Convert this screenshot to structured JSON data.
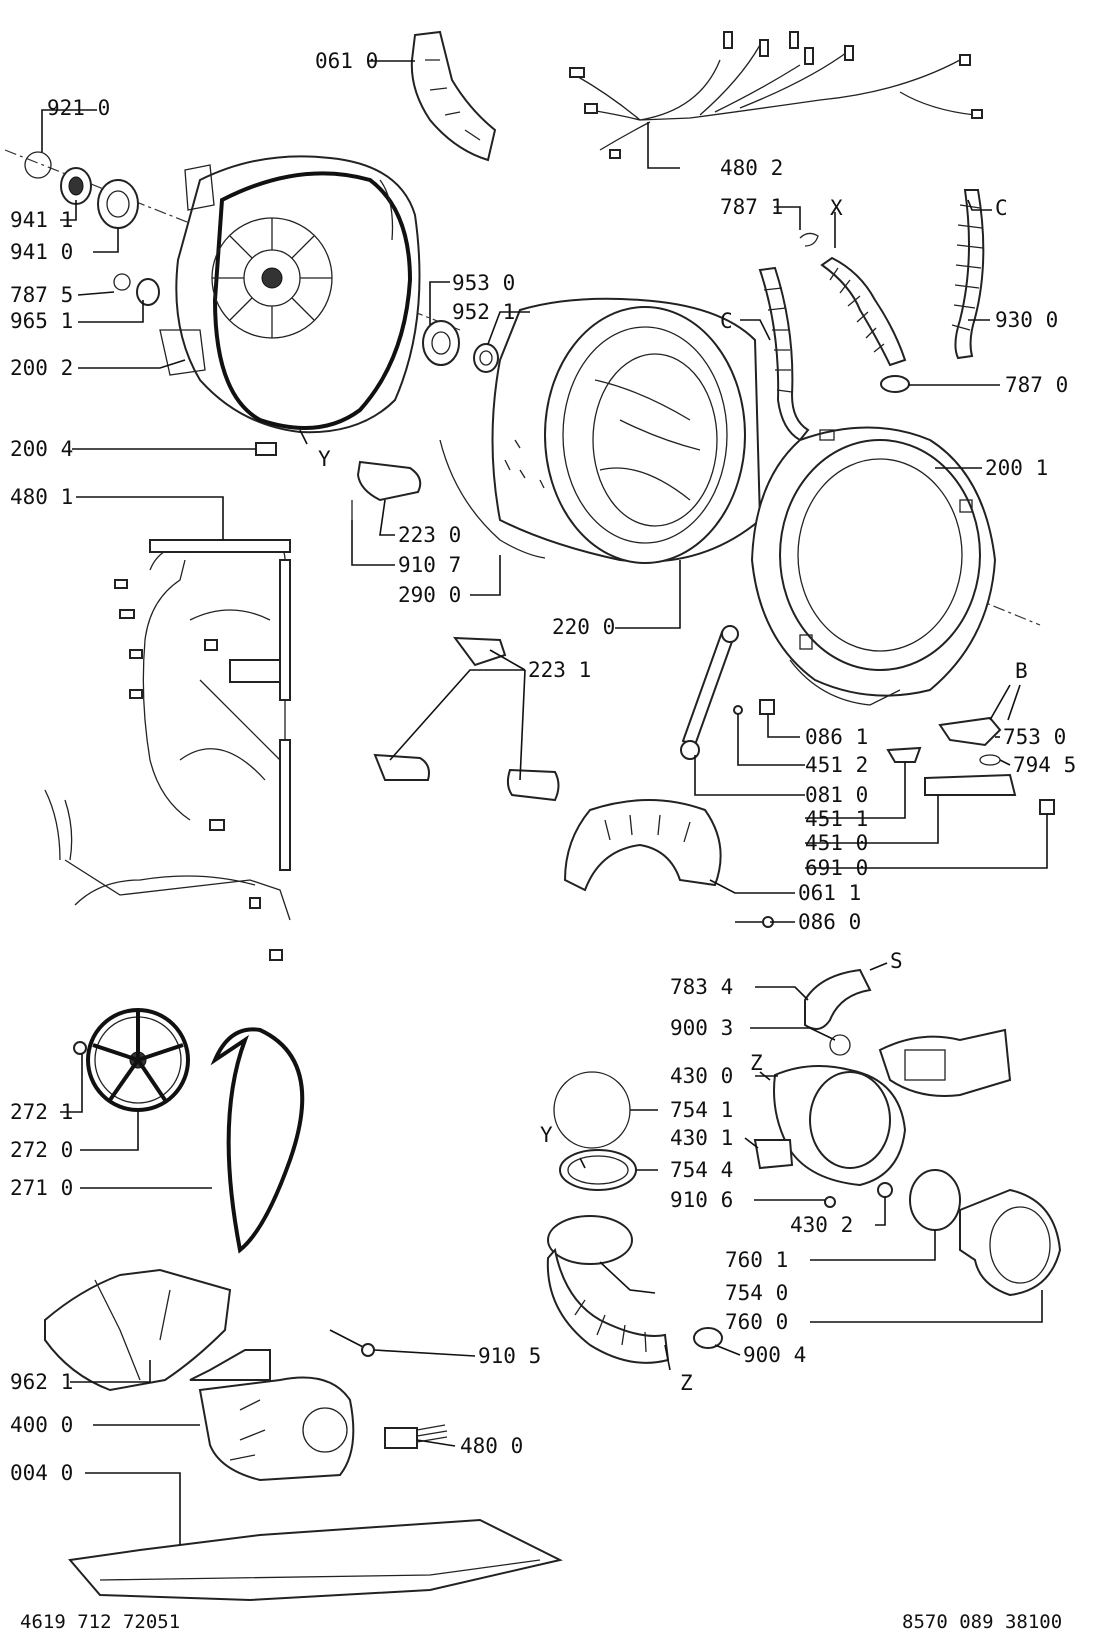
{
  "labels": {
    "l0610": "061 0",
    "l9210": "921 0",
    "l4802": "480 2",
    "l9411": "941 1",
    "l9410": "941 0",
    "l7871": "787 1",
    "l7875": "787 5",
    "l9651": "965 1",
    "l9530": "953 0",
    "l9521": "952 1",
    "l9300": "930 0",
    "l2002": "200 2",
    "l7870": "787 0",
    "l2004": "200 4",
    "l2001": "200 1",
    "l4801": "480 1",
    "l2230": "223 0",
    "l9107": "910 7",
    "l2900": "290 0",
    "l2200": "220 0",
    "l2231": "223 1",
    "l0861": "086 1",
    "l7530": "753 0",
    "l4512": "451 2",
    "l7945": "794 5",
    "l0810": "081 0",
    "l4511": "451 1",
    "l4510": "451 0",
    "l6910": "691 0",
    "l0611": "061 1",
    "l0860": "086 0",
    "l7834": "783 4",
    "l9003": "900 3",
    "l4300": "430 0",
    "l7541": "754 1",
    "l4301": "430 1",
    "l7544": "754 4",
    "l9106": "910 6",
    "l4302": "430 2",
    "l7601": "760 1",
    "l7540": "754 0",
    "l7600": "760 0",
    "l9004": "900 4",
    "l2721": "272 1",
    "l2720": "272 0",
    "l2710": "271 0",
    "l9105": "910 5",
    "l9621": "962 1",
    "l4000": "400 0",
    "l4800": "480 0",
    "l0040": "004 0"
  },
  "markers": {
    "x": "X",
    "c1": "C",
    "c2": "C",
    "y1": "Y",
    "y2": "Y",
    "b": "B",
    "s": "S",
    "z1": "Z",
    "z2": "Z"
  },
  "footer": {
    "left": "4619 712 72051",
    "right": "8570 089 38100"
  }
}
